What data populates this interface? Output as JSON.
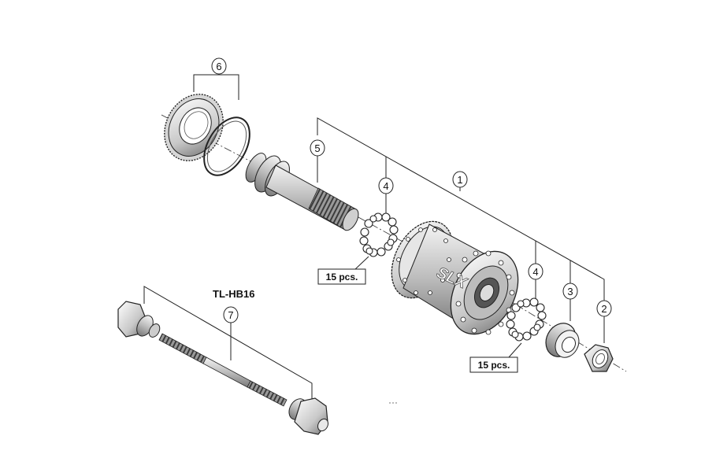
{
  "diagram": {
    "tool_label": "TL-HB16",
    "quantity_label": "15 pcs.",
    "quantity_label_2": "15 pcs.",
    "hub_logo": "SLX",
    "callouts": {
      "c1": "1",
      "c2": "2",
      "c3": "3",
      "c4a": "4",
      "c4b": "4",
      "c5": "5",
      "c6": "6",
      "c7": "7"
    }
  }
}
